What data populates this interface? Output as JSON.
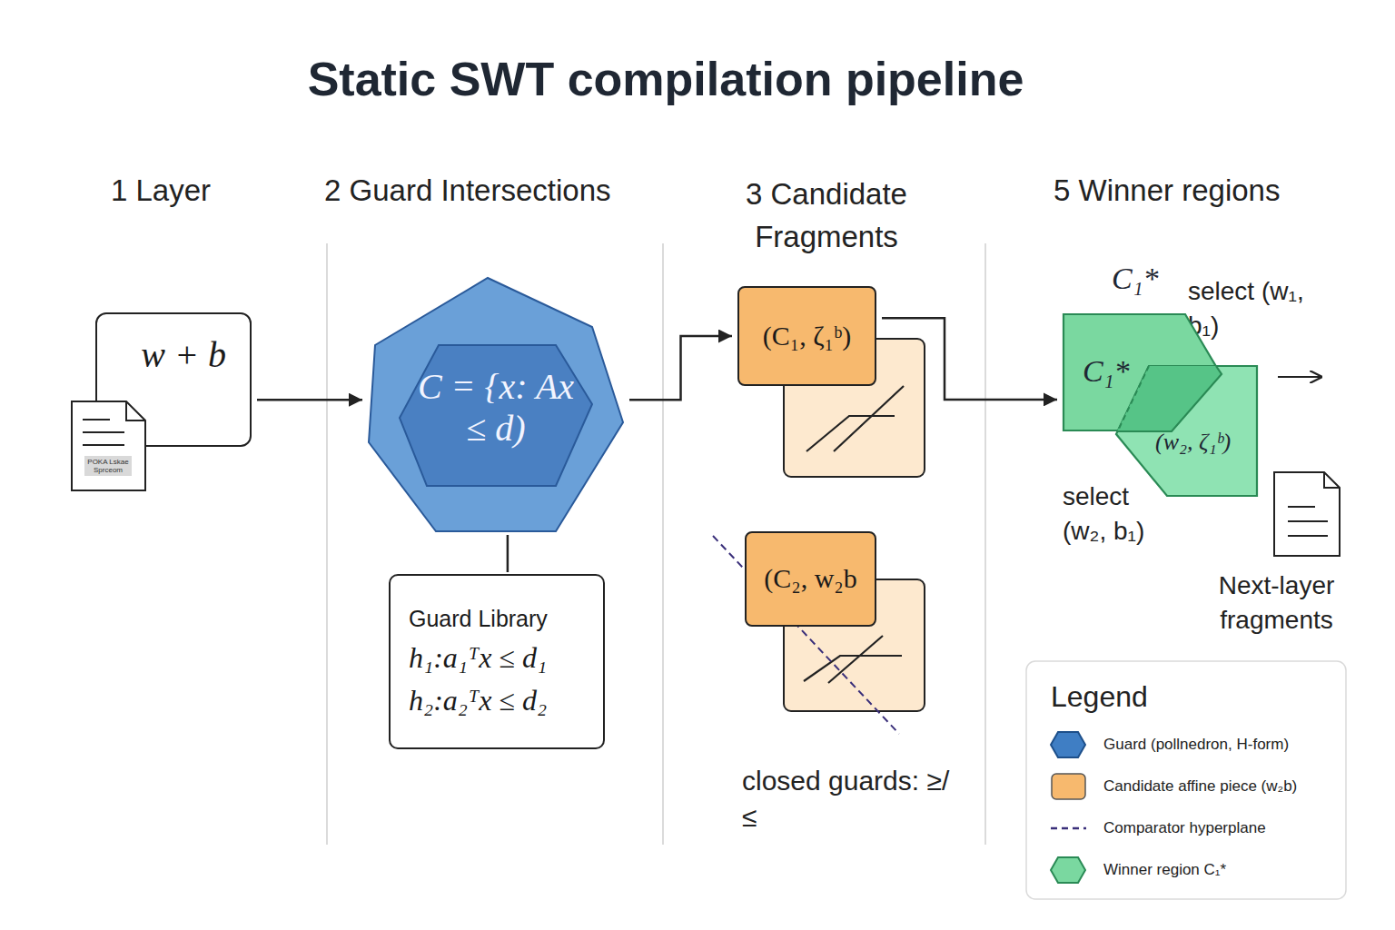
{
  "diagram": {
    "title": "Static SWT compilation pipeline",
    "nodes": [
      {
        "text": [
          "w + b"
        ]
      },
      {
        "text": [
          "POKA Lskae Sprceom"
        ]
      },
      {
        "text": [
          "C = {x: Ax ≤ d)"
        ]
      },
      {
        "text": [
          "Guard Library",
          "h₁:a₁ᵀx ≤ d₁",
          "h₂:a₂ᵀx ≤ d₂"
        ]
      },
      {
        "text": [
          "(C₁, ζ₁ᵇ)"
        ]
      },
      {
        "text": [
          "(C₂, w₂b"
        ]
      },
      {
        "text": [
          "C₁*",
          "C₁*"
        ]
      },
      {
        "text": [
          "(w₂, ζ₁ᵇ)"
        ]
      }
    ],
    "edges": [
      {
        "from": 0,
        "to": 2,
        "arrow": "to"
      },
      {
        "from": 2,
        "to": 4,
        "arrow": "to"
      },
      {
        "from": 4,
        "to": 6,
        "arrow": "to"
      },
      {
        "from": 2,
        "to": 3,
        "arrow": "none"
      }
    ],
    "labels": [
      "1 Layer",
      "2 Guard Intersections",
      "3 Candidate Fragments",
      "5 Winner regions",
      "closed guards: ≥/≤",
      "select (w₁, b₁)",
      "select (w₂, b₁)",
      "Next-layer fragments",
      "Legend"
    ],
    "legend": [
      {
        "text": "Guard (pollnedron, H-form)"
      },
      {
        "text": "Candidate affine piece (w₂b)",
        "color": "#f7b96e"
      },
      {
        "text": "Comparator hyperplane"
      },
      {
        "text": "Winner region C₁*"
      }
    ]
  }
}
